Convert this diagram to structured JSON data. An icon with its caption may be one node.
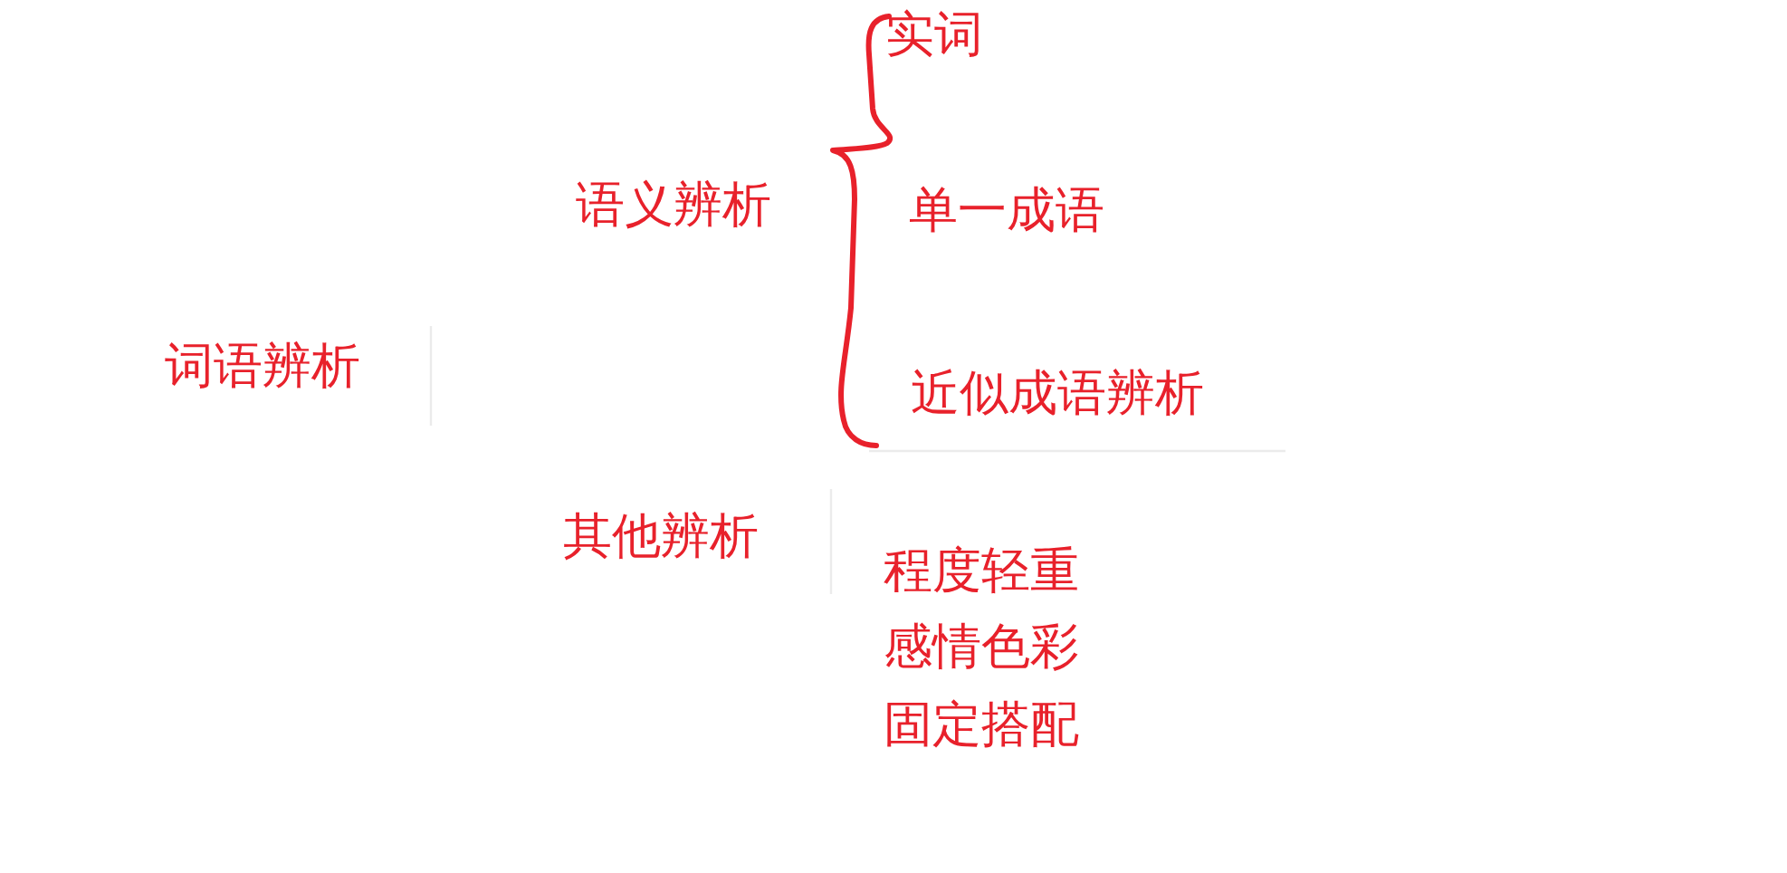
{
  "diagram": {
    "labels": [
      "词语辨析",
      "语义辨析",
      "实词",
      "单一成语",
      "近似成语辨析",
      "其他辨析",
      "程度轻重",
      "感情色彩",
      "固定搭配"
    ]
  }
}
